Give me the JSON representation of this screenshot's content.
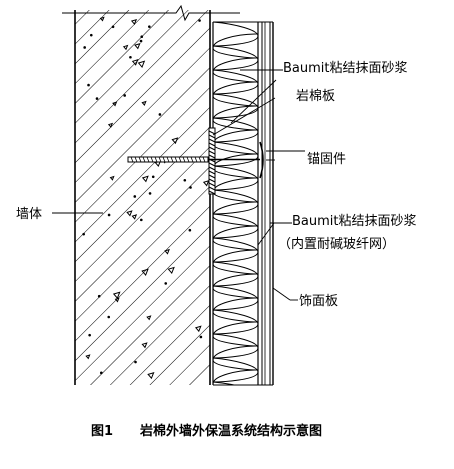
{
  "labels": {
    "mortar_top": "Baumit粘结抹面砂浆",
    "rock_wool_board": "岩棉板",
    "anchor": "锚固件",
    "wall": "墙体",
    "mortar_mesh": "Baumit粘结抹面砂浆",
    "mesh_note": "（内置耐碱玻纤网）",
    "facing_board": "饰面板"
  },
  "caption": {
    "number": "图1",
    "title": "岩棉外墙外保温系统结构示意图"
  }
}
